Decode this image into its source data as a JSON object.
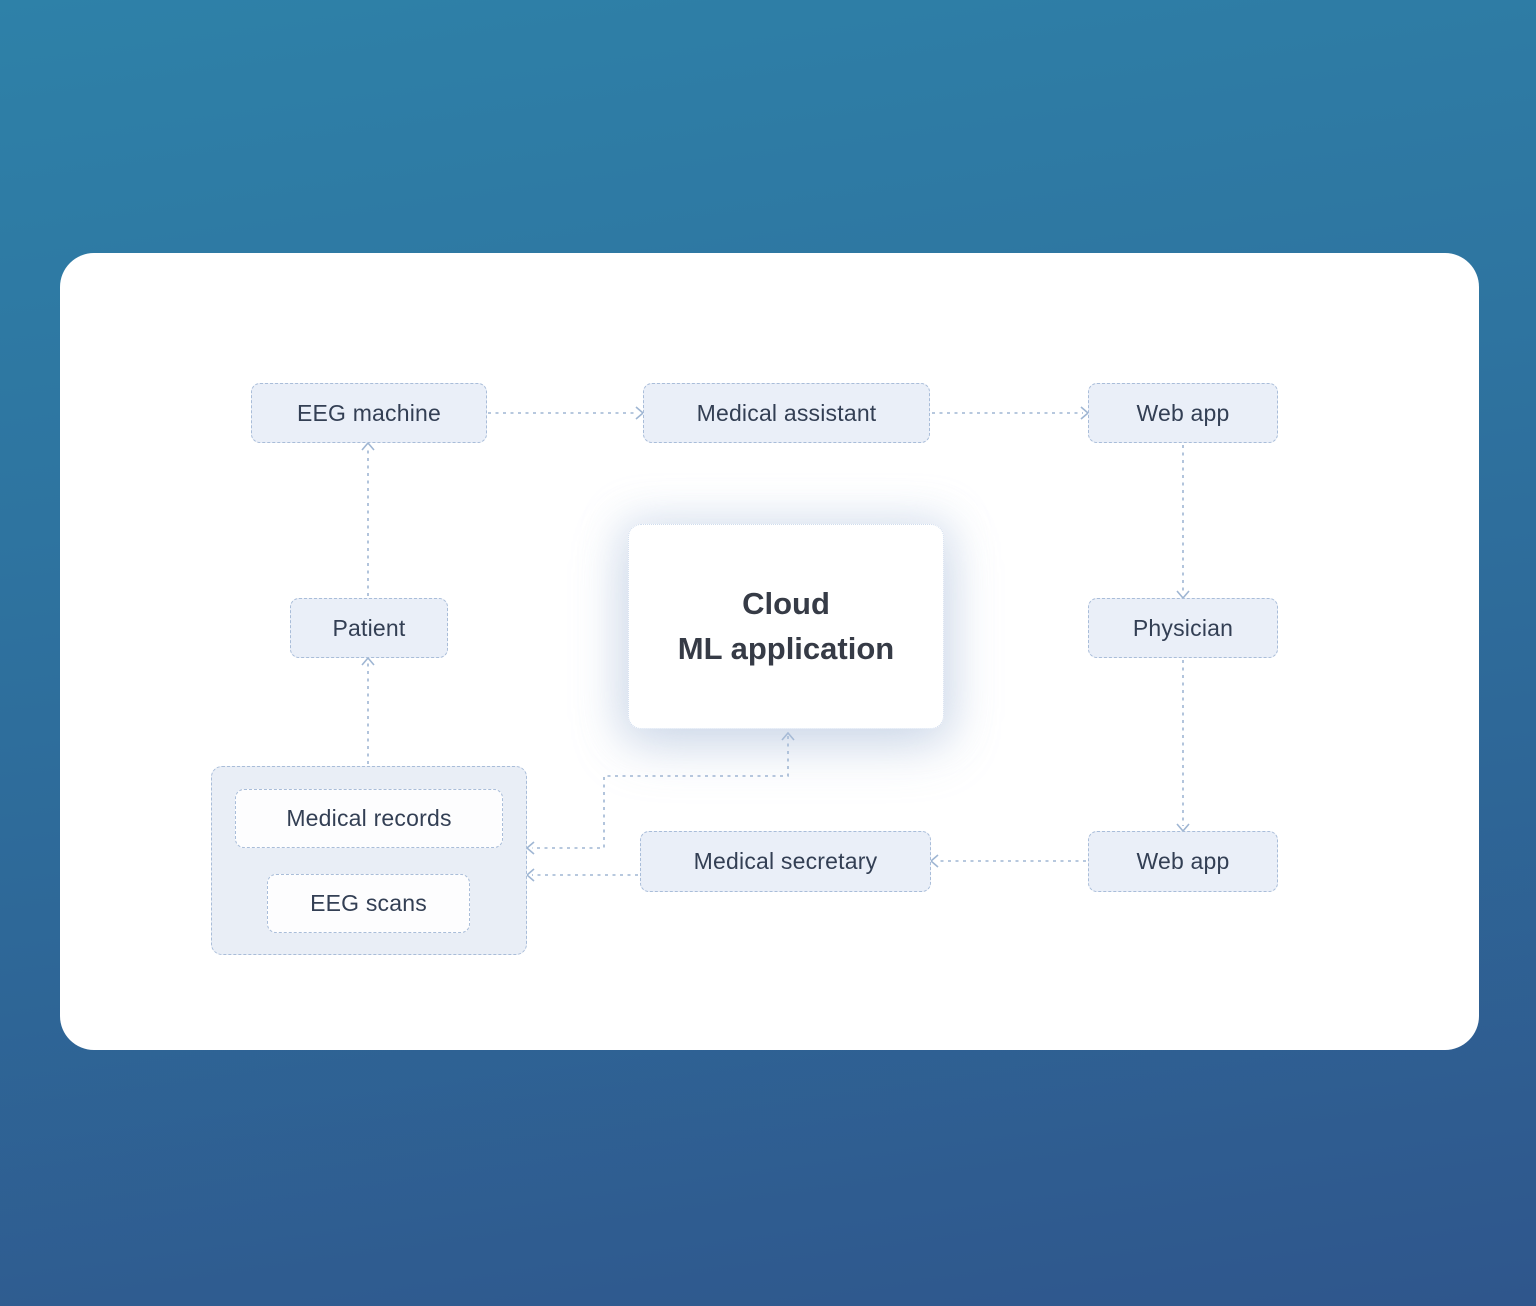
{
  "colors": {
    "bg_top": "#2e81a8",
    "bg_bottom": "#2f568c",
    "card_bg": "#ffffff",
    "node_fill": "#eaeff8",
    "node_border": "#a9bdd9",
    "node_text": "#333f54",
    "inner_fill": "#fdfdfe",
    "arrow": "#9fb6d3",
    "cloud_border": "#cfdcee"
  },
  "diagram": {
    "nodes": {
      "eeg_machine": {
        "label": "EEG machine"
      },
      "medical_assistant": {
        "label": "Medical assistant"
      },
      "web_app_top": {
        "label": "Web app"
      },
      "patient": {
        "label": "Patient"
      },
      "cloud": {
        "label_line1": "Cloud",
        "label_line2": "ML application"
      },
      "physician": {
        "label": "Physician"
      },
      "web_app_bottom": {
        "label": "Web app"
      },
      "medical_secretary": {
        "label": "Medical secretary"
      },
      "medical_records": {
        "label": "Medical records"
      },
      "eeg_scans": {
        "label": "EEG scans"
      }
    },
    "edges": [
      {
        "from": "patient",
        "to": "eeg_machine",
        "style": "dashed-arrow"
      },
      {
        "from": "eeg_machine",
        "to": "medical_assistant",
        "style": "dashed-arrow"
      },
      {
        "from": "medical_assistant",
        "to": "web_app_top",
        "style": "dashed-arrow"
      },
      {
        "from": "web_app_top",
        "to": "physician",
        "style": "dashed-arrow"
      },
      {
        "from": "physician",
        "to": "web_app_bottom",
        "style": "dashed-arrow"
      },
      {
        "from": "web_app_bottom",
        "to": "medical_secretary",
        "style": "dashed-arrow"
      },
      {
        "from": "medical_secretary",
        "to": "records_container",
        "style": "dashed-arrow"
      },
      {
        "from": "records_container",
        "to": "cloud",
        "style": "dashed-arrow",
        "bidirectional": true
      },
      {
        "from": "records_container",
        "to": "patient",
        "style": "dashed-arrow"
      }
    ]
  }
}
